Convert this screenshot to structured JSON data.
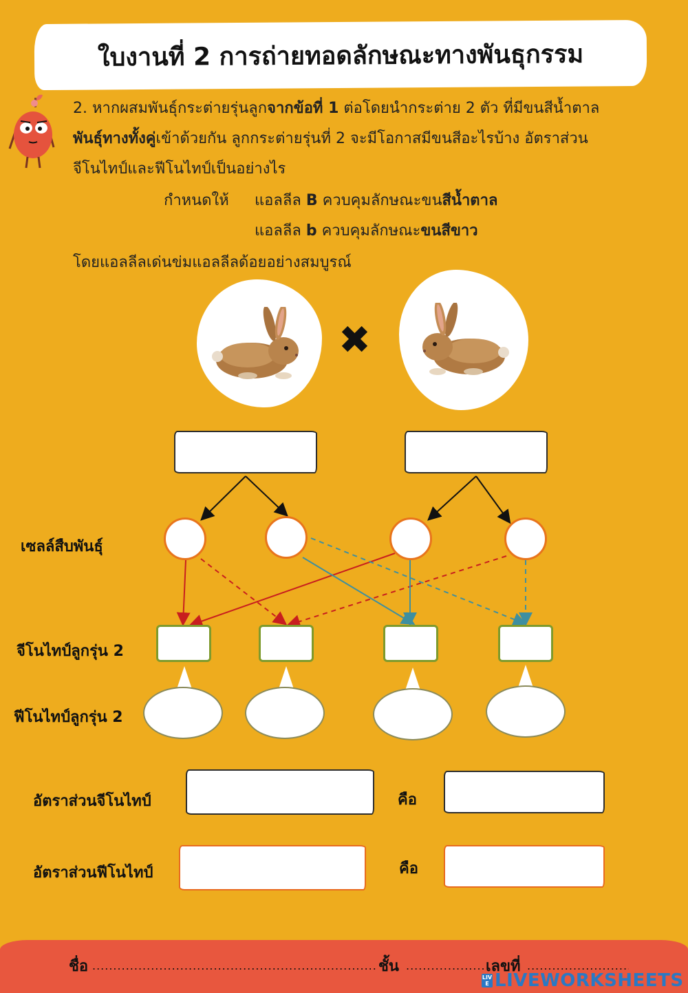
{
  "title": "ใบงานที่ 2 การถ่ายทอดลักษณะทางพันธุกรรม",
  "question": {
    "line1_a": "2. หากผสมพันธุ์กระต่ายรุ่นลูก",
    "line1_b": "จากข้อที่ 1",
    "line1_c": " ต่อโดยนำกระต่าย 2 ตัว ที่มีขนสีน้ำตาล",
    "line2_a": "พันธุ์ทางทั้งคู่",
    "line2_b": "เข้าด้วยกัน ลูกกระต่ายรุ่นที่ 2 จะมีโอกาสมีขนสีอะไรบ้าง อัตราส่วน",
    "line3": "จีโนไทป์และฟีโนไทป์เป็นอย่างไร",
    "given_label": "กำหนดให้",
    "allele1_a": "แอลลีล ",
    "allele1_b": "B",
    "allele1_c": " ควบคุมลักษณะขน",
    "allele1_d": "สีน้ำตาล",
    "allele2_a": "แอลลีล ",
    "allele2_b": "b",
    "allele2_c": " ควบคุมลักษณะ",
    "allele2_d": "ขนสีขาว",
    "dominance": "โดยแอลลีลเด่นข่มแอลลีลด้อยอย่างสมบูรณ์"
  },
  "cross_symbol": "✖",
  "labels": {
    "gametes": "เซลล์สืบพันธุ์",
    "genotype_f2": "จีโนไทป์ลูกรุ่น 2",
    "phenotype_f2": "ฟีโนไทป์ลูกรุ่น 2",
    "genotype_ratio": "อัตราส่วนจีโนไทป์",
    "phenotype_ratio": "อัตราส่วนฟีโนไทป์",
    "is1": "คือ",
    "is2": "คือ"
  },
  "footer": {
    "name": "ชื่อ",
    "class": "ชั้น",
    "number": "เลขที่",
    "dots": "..........................................................................................................",
    "brand": "LIVEWORKSHEETS",
    "brand_badge": "LIVE"
  },
  "colors": {
    "background": "#EEAC1E",
    "gamete_border": "#E8741C",
    "genotype_border": "#7E9A2C",
    "line_red": "#C81E1E",
    "line_teal": "#3E8FA0",
    "footer": "#E8573E"
  }
}
